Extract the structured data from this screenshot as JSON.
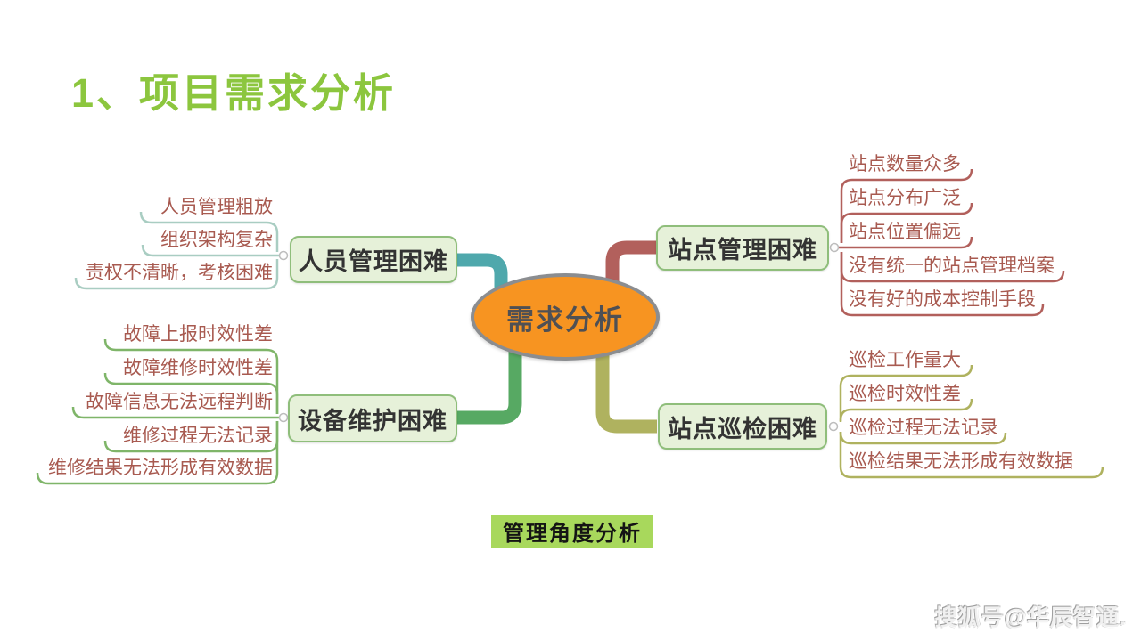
{
  "slide": {
    "title": "1、项目需求分析",
    "footer_label": "管理角度分析",
    "watermark": "搜狐号@华辰智通."
  },
  "center": {
    "label": "需求分析"
  },
  "branches": [
    {
      "label": "人员管理困难",
      "side": "top-left",
      "branch_color": "#4fa8ac",
      "leaf_line_color": "#a9cdc2",
      "leaves": [
        "人员管理粗放",
        "组织架构复杂",
        "责权不清晰，考核困难"
      ]
    },
    {
      "label": "设备维护困难",
      "side": "bottom-left",
      "branch_color": "#57a963",
      "leaf_line_color": "#7fb569",
      "leaves": [
        "故障上报时效性差",
        "故障维修时效性差",
        "故障信息无法远程判断",
        "维修过程无法记录",
        "维修结果无法形成有效数据"
      ]
    },
    {
      "label": "站点管理困难",
      "side": "top-right",
      "branch_color": "#b2605c",
      "leaf_line_color": "#b2605c",
      "leaves": [
        "站点数量众多",
        "站点分布广泛",
        "站点位置偏远",
        "没有统一的站点管理档案",
        "没有好的成本控制手段"
      ]
    },
    {
      "label": "站点巡检困难",
      "side": "bottom-right",
      "branch_color": "#afb25f",
      "leaf_line_color": "#afb25f",
      "leaves": [
        "巡检工作量大",
        "巡检时效性差",
        "巡检过程无法记录",
        "巡检结果无法形成有效数据"
      ]
    }
  ],
  "colors": {
    "title_green": "#8cc63e",
    "leaf_text": "#a85a50",
    "node_fill": "#e6f1d9",
    "node_border": "#8fbe7b",
    "center_fill": "#f79421",
    "center_border": "#8b8d90",
    "footer_bg": "#a8d85c"
  }
}
